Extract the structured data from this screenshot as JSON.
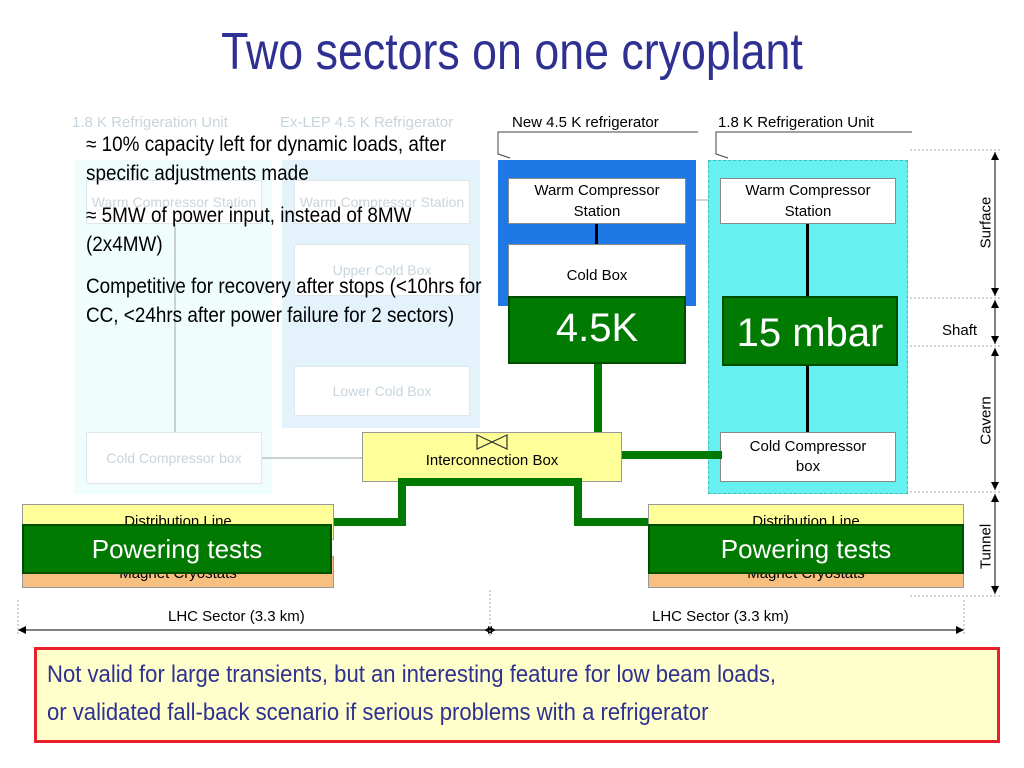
{
  "title": "Two sectors on one cryoplant",
  "headers": {
    "h1": "1.8 K Refrigeration Unit",
    "h2": "Ex-LEP 4.5 K Refrigerator",
    "h3": "New 4.5 K refrigerator",
    "h4": "1.8 K Refrigeration Unit"
  },
  "faded_boxes": {
    "wcs1": "Warm Compressor Station",
    "wcs2": "Warm Compressor Station",
    "upper_cold_box": "Upper Cold Box",
    "lower_cold_box": "Lower Cold Box",
    "cold_compressor": "Cold Compressor box"
  },
  "boxes": {
    "wcs3": "Warm Compressor Station",
    "wcs4": "Warm Compressor Station",
    "cold_box": "Cold Box",
    "cold_compressor_right": "Cold Compressor box",
    "interconnection": "Interconnection Box",
    "dist_line_left": "Distribution Line",
    "dist_line_right": "Distribution Line",
    "magnet_left": "Magnet Cryostats",
    "magnet_right": "Magnet Cryostats"
  },
  "overlays": {
    "temp_45": "4.5K",
    "pressure_15": "15 mbar",
    "powering_left": "Powering tests",
    "powering_right": "Powering tests"
  },
  "levels": {
    "surface": "Surface",
    "shaft": "Shaft",
    "cavern": "Cavern",
    "tunnel": "Tunnel"
  },
  "sectors": {
    "left": "LHC Sector (3.3 km)",
    "right": "LHC Sector (3.3 km)"
  },
  "bullets": [
    "≈ 10% capacity left for dynamic loads, after specific adjustments made",
    "≈ 5MW of power input, instead of 8MW (2x4MW)",
    "Competitive for recovery after stops (<10hrs for CC, <24hrs after power failure for 2 sectors)"
  ],
  "note": {
    "line1": "Not valid for large transients, but an interesting feature for low beam loads,",
    "line2": "or validated fall-back scenario if serious problems with a refrigerator"
  },
  "colors": {
    "title": "#2e3192",
    "green": "#007a00",
    "blue_frame": "#1e78e6",
    "cyan_frame": "#66f0f0",
    "interconnection": "#ffff99",
    "note_border": "#e8202a"
  }
}
